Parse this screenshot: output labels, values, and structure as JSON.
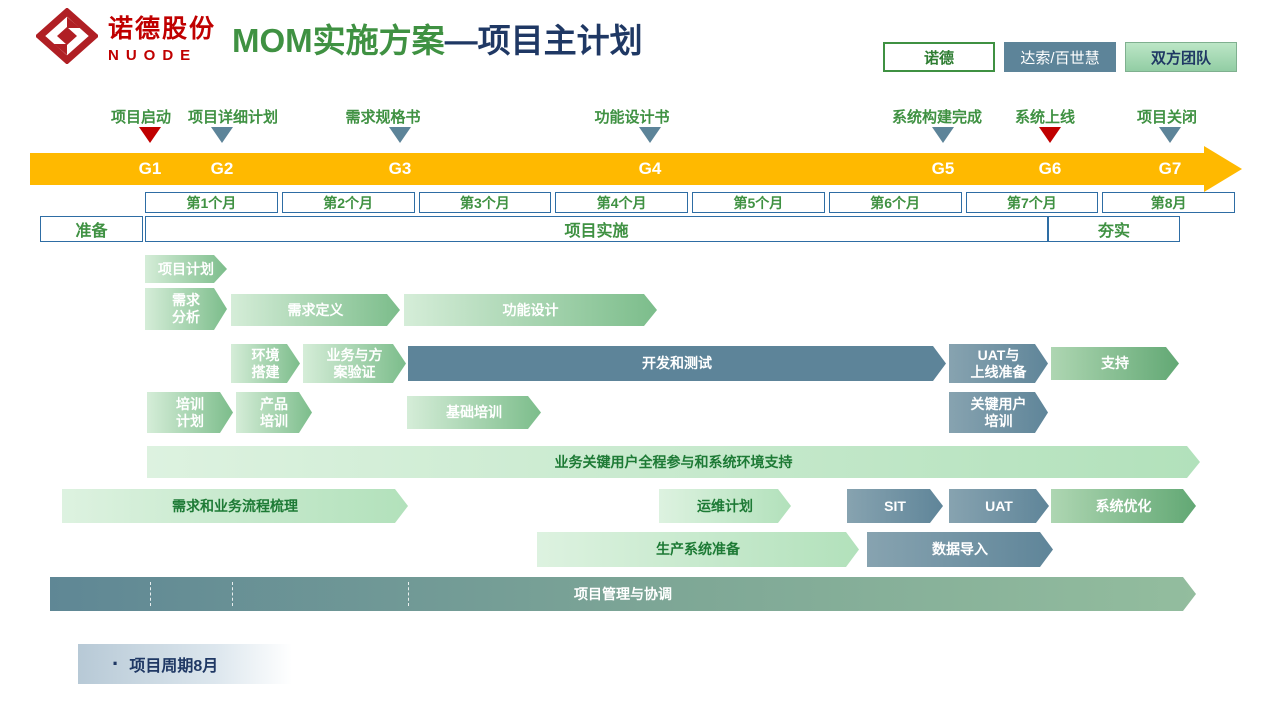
{
  "header": {
    "logo": {
      "company_cn": "诺德股份",
      "company_en": "NUODE"
    },
    "title": {
      "highlight": "MOM实施方案",
      "rest": "—项目主计划"
    },
    "legend": [
      {
        "label": "诺德"
      },
      {
        "label": "达索/百世慧"
      },
      {
        "label": "双方团队"
      }
    ]
  },
  "timeline": {
    "milestones": [
      {
        "label": "项目启动",
        "gate": "G1",
        "marker_color": "red"
      },
      {
        "label": "项目详细计划",
        "gate": "G2",
        "marker_color": "gray"
      },
      {
        "label": "需求规格书",
        "gate": "G3",
        "marker_color": "gray"
      },
      {
        "label": "功能设计书",
        "gate": "G4",
        "marker_color": "gray"
      },
      {
        "label": "系统构建完成",
        "gate": "G5",
        "marker_color": "gray"
      },
      {
        "label": "系统上线",
        "gate": "G6",
        "marker_color": "red"
      },
      {
        "label": "项目关闭",
        "gate": "G7",
        "marker_color": "gray"
      }
    ],
    "months": [
      "第1个月",
      "第2个月",
      "第3个月",
      "第4个月",
      "第5个月",
      "第6个月",
      "第7个月",
      "第8月"
    ],
    "phases": [
      "准备",
      "项目实施",
      "夯实"
    ]
  },
  "gantt": {
    "project_plan": "项目计划",
    "requirement_analysis": "需求\n分析",
    "requirement_definition": "需求定义",
    "functional_design": "功能设计",
    "env_setup": "环境\n搭建",
    "solution_validation": "业务与方\n案验证",
    "dev_test": "开发和测试",
    "uat_prep": "UAT与\n上线准备",
    "support": "支持",
    "training_plan": "培训\n计划",
    "product_training": "产品\n培训",
    "basic_training": "基础培训",
    "key_user_training": "关键用户\n培训",
    "user_participation": "业务关键用户全程参与和系统环境支持",
    "process_sorting": "需求和业务流程梳理",
    "ops_plan": "运维计划",
    "sit": "SIT",
    "uat": "UAT",
    "system_optimization": "系统优化",
    "production_prep": "生产系统准备",
    "data_import": "数据导入",
    "project_management": "项目管理与协调"
  },
  "footer": {
    "bullet": "·",
    "note": "项目周期8月"
  },
  "colors": {
    "brand_red": "#c00000",
    "accent_green": "#3f9142",
    "navy": "#1f3864",
    "timeline_orange": "#ffb900",
    "vendor_steel": "#5d8499",
    "joint_light_green": "#a9d9b5"
  }
}
